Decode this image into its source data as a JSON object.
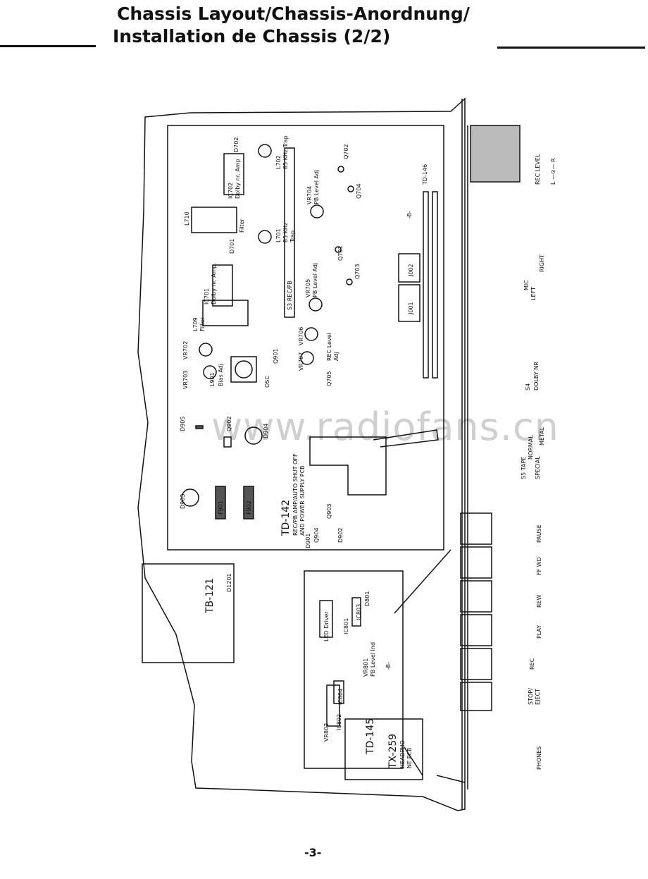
{
  "title": {
    "line1": "Chassis Layout/Chassis-Anordnung/",
    "line2": "Installation de Chassis (2/2)"
  },
  "page_number": "-3-",
  "watermark": "www.radiofans.cn",
  "boards": {
    "main": "TD-142",
    "main_desc1": "REC/PB AMP/AUTO SHUT OFF",
    "main_desc2": "AND POWER SUPPLY PCB",
    "led": "TD-145",
    "tb": "TB-121",
    "headphone": "TX-259",
    "headphone_desc1": "HEADPHO-",
    "headphone_desc2": "NE PCB",
    "td146": "TD-146",
    "s3": "S3 REC/PB"
  },
  "components": {
    "ic701": "IC701",
    "ic701_desc": "Dolby nr. Amp.",
    "ic702": "IC702",
    "ic702_desc": "Dolby nr. Amp",
    "d702": "D702",
    "d701": "D701",
    "l702": "L702",
    "l702_desc": "85 KHz Trap",
    "l701": "L701",
    "l701_desc1": "85 KHz",
    "l701_desc2": "Trap",
    "l710": "L710",
    "l710_desc": "Filter",
    "l709": "L709",
    "l709_desc": "Filter",
    "vr704": "VR704",
    "vr704_desc": "PB Level Adj",
    "vr705": "VR705",
    "vr705_desc": "PB Level Adj",
    "vr706": "VR706",
    "vr707": "VR707",
    "vr707_desc1": "REC Level",
    "vr707_desc2": "Adj",
    "vr702": "VR702",
    "vr703": "VR703",
    "bias": "Bias Adj",
    "l901": "L901",
    "osc": "OSC",
    "q901": "Q901",
    "q702": "Q702",
    "q704": "Q704",
    "q701": "Q701",
    "q703": "Q703",
    "q705": "Q705",
    "j001": "J001",
    "j002": "J002",
    "d905": "D905",
    "q902": "Q902",
    "d904": "D904",
    "d903": "D903",
    "f901": "F901",
    "f902": "F902",
    "q904": "Q904",
    "q903": "Q903",
    "d901": "D901",
    "d902": "D902",
    "d1201": "D1201",
    "led_driver": "LED Driver",
    "ic801": "IC801",
    "ic803": "IC803",
    "d801": "D801",
    "vr801": "VR801",
    "vr801_desc": "PB Level Ind",
    "ic804": "IC804",
    "ic802": "IC802",
    "vr802": "VR802",
    "b_label": "-B-"
  },
  "panel": {
    "rec_level": "REC LEVEL",
    "lr": "L —⊙— R",
    "mic": "MIC",
    "left": "LEFT",
    "right": "RIGHT",
    "s4": "S4",
    "dolby_nr": "DOLBY NR",
    "s5_tape": "S5 TAPE",
    "normal": "NORMAL",
    "special": "SPECIAL",
    "metal": "METAL",
    "pause": "PAUSE",
    "ff_wd": "FF WD",
    "rew": "REW",
    "play": "PLAY",
    "rec": "REC",
    "stop_eject": "STOP/",
    "eject": "EJECT",
    "phones": "PHONES"
  }
}
